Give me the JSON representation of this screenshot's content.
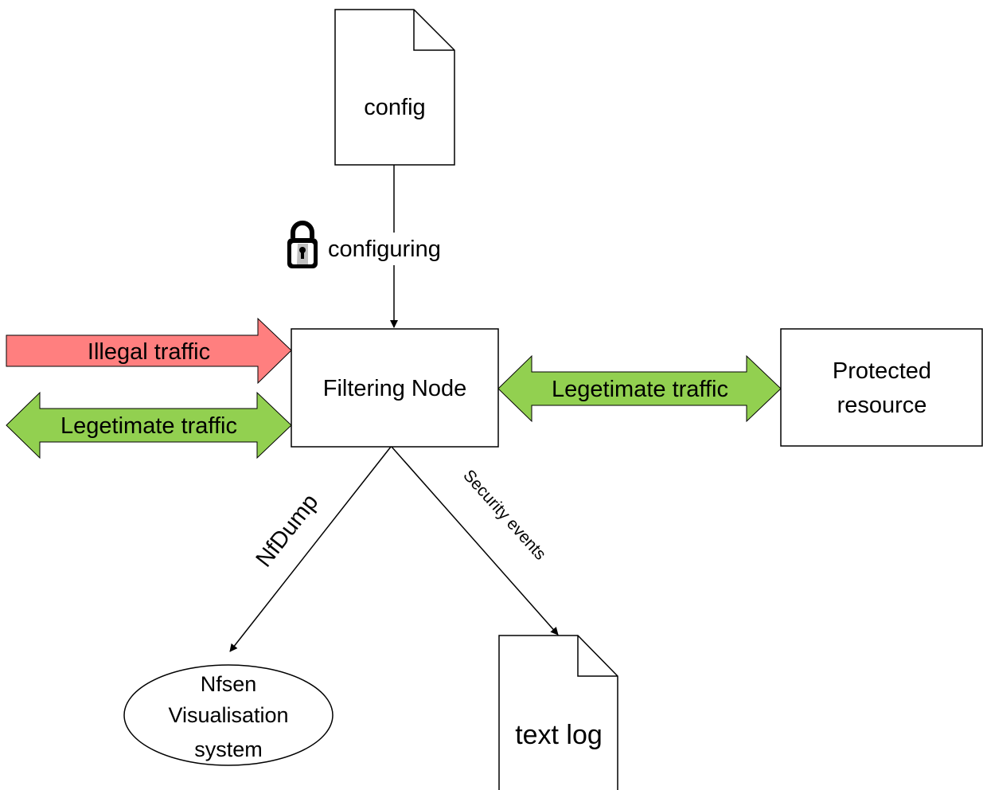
{
  "nodes": {
    "config": "config",
    "filtering_node": "Filtering Node",
    "protected_resource": [
      "Protected",
      "resource"
    ],
    "nfsen": [
      "Nfsen",
      "Visualisation",
      "system"
    ],
    "text_log": "text log"
  },
  "edges": {
    "configuring": "configuring",
    "illegal_traffic": "Illegal traffic",
    "legit_left": "Legetimate traffic",
    "legit_right": "Legetimate traffic",
    "nfdump": "NfDump",
    "security_events": "Security events"
  },
  "icons": {
    "lock": "lock-icon"
  },
  "colors": {
    "illegal": "#ff7f7f",
    "legit": "#92d050",
    "stroke": "#000000",
    "background": "#ffffff"
  }
}
